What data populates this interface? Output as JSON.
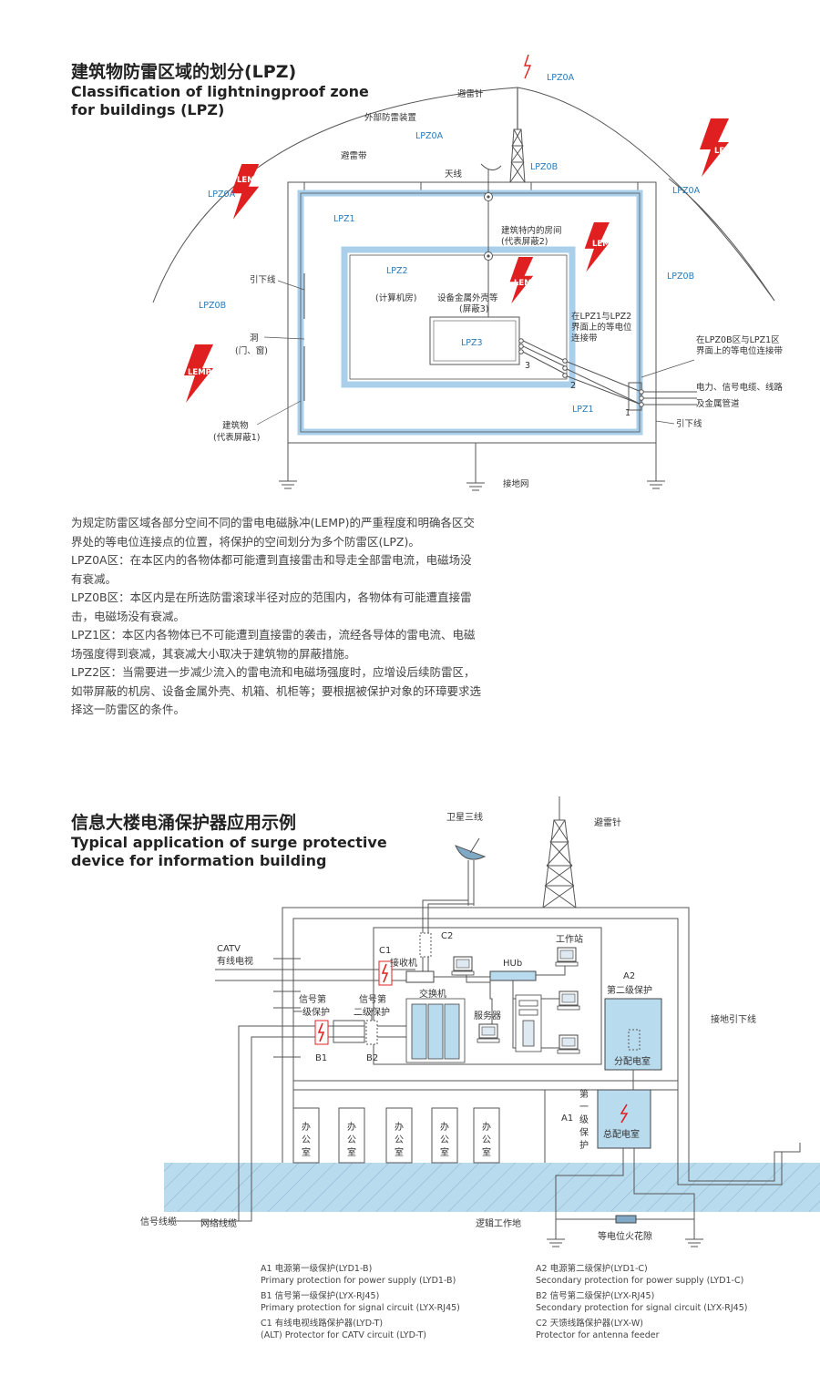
{
  "section1": {
    "title_cn": "建筑物防雷区域的划分(LPZ)",
    "title_en_1": "Classification of lightningproof zone",
    "title_en_2": "for buildings (LPZ)",
    "labels": {
      "lpz0a_top": "LPZ0A",
      "lightning_rod": "避雷针",
      "external_device": "外部防雷装置",
      "lpz0a_mid": "LPZ0A",
      "lpz0b_tower": "LPZ0B",
      "lightning_belt": "避雷带",
      "antenna": "天线",
      "lpz0a_left": "LPZ0A",
      "lpz0a_right": "LPZ0A",
      "lemp1": "LEMP",
      "lemp2": "LEMP",
      "lemp3": "LEMP",
      "lemp4": "LEMP",
      "lpz1": "LPZ1",
      "room_1": "建筑特内的房间",
      "room_2": "(代表屏蔽2)",
      "lpz2": "LPZ2",
      "computer_room": "(计算机房)",
      "metal_1": "设备金属外壳等",
      "metal_2": "(屏蔽3)",
      "lpz3": "LPZ3",
      "downlead_left": "引下线",
      "lpz0b_left": "LPZ0B",
      "lpz0b_right": "LPZ0B",
      "hole_1": "洞",
      "hole_2": "(门、窗)",
      "bond12_1": "在LPZ1与LPZ2",
      "bond12_2": "界面上的等电位",
      "bond12_3": "连接带",
      "bond01_1": "在LPZ0B区与LPZ1区",
      "bond01_2": "界面上的等电位连接带",
      "cables_1": "电力、信号电缆、线路",
      "cables_2": "及金属管道",
      "num1": "1",
      "num2": "2",
      "num3": "3",
      "lpz1_bottom": "LPZ1",
      "building_1": "建筑物",
      "building_2": "(代表屏蔽1)",
      "downlead_right": "引下线",
      "ground_net": "接地网"
    },
    "paragraphs": [
      "为规定防雷区域各部分空间不同的雷电电磁脉冲(LEMP)的严重程度和明确各区交界处的等电位连接点的位置，将保护的空间划分为多个防雷区(LPZ)。",
      "LPZ0A区：在本区内的各物体都可能遭到直接雷击和导走全部雷电流，电磁场没有衰减。",
      "LPZ0B区：本区内是在所选防雷滚球半径对应的范围内，各物体有可能遭直接雷击，电磁场没有衰减。",
      "LPZ1区：本区内各物体已不可能遭到直接雷的袭击，流经各导体的雷电流、电磁场强度得到衰减，其衰减大小取决于建筑物的屏蔽措施。",
      "LPZ2区：当需要进一步减少流入的雷电流和电磁场强度时，应增设后续防雷区，如带屏蔽的机房、设备金属外壳、机箱、机柜等；要根据被保护对象的环璋要求选择这一防雷区的条件。"
    ]
  },
  "section2": {
    "title_cn": "信息大楼电涌保护器应用示例",
    "title_en_1": "Typical application of surge protective",
    "title_en_2": "device for information building",
    "labels": {
      "satellite": "卫星三线",
      "rod": "避雷针",
      "catv_1": "CATV",
      "catv_2": "有线电视",
      "c1": "C1",
      "receiver": "接收机",
      "c2": "C2",
      "workstation": "工作站",
      "hub": "HUb",
      "switch": "交换机",
      "server": "服务器",
      "a2": "A2",
      "a2_desc": "第二级保护",
      "sub_room": "分配电室",
      "ground_lead": "接地引下线",
      "sig1_1": "信号第",
      "sig1_2": "一级保护",
      "sig2_1": "信号第",
      "sig2_2": "二级保护",
      "b1": "B1",
      "b2": "B2",
      "first_level": [
        "第",
        "一",
        "级",
        "保",
        "护"
      ],
      "a1": "A1",
      "main_room": "总配电室",
      "office": "办公室",
      "signal_cable": "信号线缆",
      "network_cable": "网络线缆",
      "logic_ground": "逻辑工作地",
      "equi_gap": "等电位火花隙"
    },
    "legend_left": [
      [
        "A1 电源第一级保护(LYD1-B)",
        "Primary protection for power supply (LYD1-B)"
      ],
      [
        "B1 信号第一级保护(LYX-RJ45)",
        "Primary protection for signal circuit (LYX-RJ45)"
      ],
      [
        "C1 有线电视线路保护器(LYD-T)",
        "(ALT) Protector for CATV circuit (LYD-T)"
      ]
    ],
    "legend_right": [
      [
        "A2 电源第二级保护(LYD1-C)",
        "Secondary protection for power supply (LYD1-C)"
      ],
      [
        "B2 信号第二级保护(LYX-RJ45)",
        "Secondary protection for signal circuit (LYX-RJ45)"
      ],
      [
        "C2 天馈线路保护器(LYX-W)",
        "Protector for antenna feeder"
      ]
    ]
  },
  "colors": {
    "accent_red": "#e02020",
    "zone_blue": "#a9cfea",
    "ground_blue": "#b9dbee",
    "label_blue": "#2a7ab8",
    "line_gray": "#555555"
  }
}
